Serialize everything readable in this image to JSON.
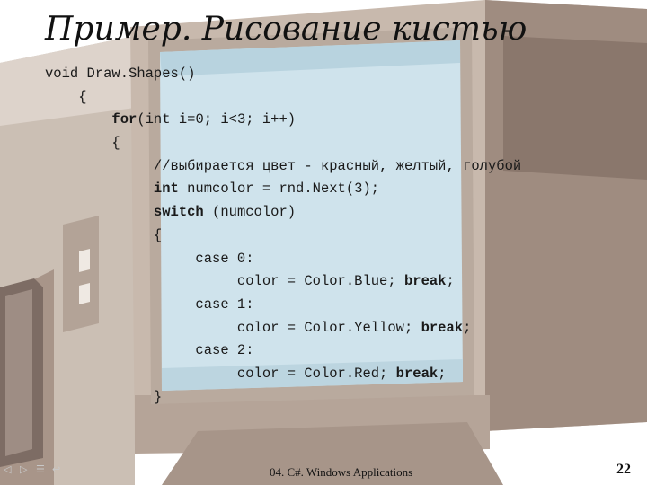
{
  "title": "Пример. Рисование кистью",
  "code_lines": [
    {
      "segments": [
        {
          "t": "void",
          "kw": false
        },
        {
          "t": " Draw.Shapes()",
          "kw": false
        }
      ]
    },
    {
      "segments": [
        {
          "t": "    {",
          "kw": false
        }
      ]
    },
    {
      "segments": [
        {
          "t": "        ",
          "kw": false
        },
        {
          "t": "for",
          "kw": true
        },
        {
          "t": "(int i=0; i<3; i++)",
          "kw": false
        }
      ]
    },
    {
      "segments": [
        {
          "t": "        {",
          "kw": false
        }
      ]
    },
    {
      "segments": [
        {
          "t": "             //выбирается цвет - красный, желтый, голубой",
          "kw": false
        }
      ]
    },
    {
      "segments": [
        {
          "t": "             ",
          "kw": false
        },
        {
          "t": "int",
          "kw": true
        },
        {
          "t": " numcolor = rnd.Next(3);",
          "kw": false
        }
      ]
    },
    {
      "segments": [
        {
          "t": "             ",
          "kw": false
        },
        {
          "t": "switch",
          "kw": true
        },
        {
          "t": " (numcolor)",
          "kw": false
        }
      ]
    },
    {
      "segments": [
        {
          "t": "             {",
          "kw": false
        }
      ]
    },
    {
      "segments": [
        {
          "t": "                  case 0:",
          "kw": false
        }
      ]
    },
    {
      "segments": [
        {
          "t": "                       color = Color.Blue; ",
          "kw": false
        },
        {
          "t": "break",
          "kw": true
        },
        {
          "t": ";",
          "kw": false
        }
      ]
    },
    {
      "segments": [
        {
          "t": "                  case 1:",
          "kw": false
        }
      ]
    },
    {
      "segments": [
        {
          "t": "                       color = Color.Yellow; ",
          "kw": false
        },
        {
          "t": "break",
          "kw": true
        },
        {
          "t": ";",
          "kw": false
        }
      ]
    },
    {
      "segments": [
        {
          "t": "                  case 2:",
          "kw": false
        }
      ]
    },
    {
      "segments": [
        {
          "t": "                       color = Color.Red; ",
          "kw": false
        },
        {
          "t": "break",
          "kw": true
        },
        {
          "t": ";",
          "kw": false
        }
      ]
    },
    {
      "segments": [
        {
          "t": "             }",
          "kw": false
        }
      ]
    }
  ],
  "footer": {
    "course": "04. C#. Windows Applications",
    "page": "22"
  },
  "nav_icons": [
    "prev-slide-icon",
    "next-slide-icon",
    "menu-icon",
    "return-icon"
  ],
  "colors": {
    "screen": "#cfe3ec",
    "beige": "#c7b9ad",
    "beige_dark": "#8d7b71",
    "beige_light": "#e2d8d0"
  }
}
